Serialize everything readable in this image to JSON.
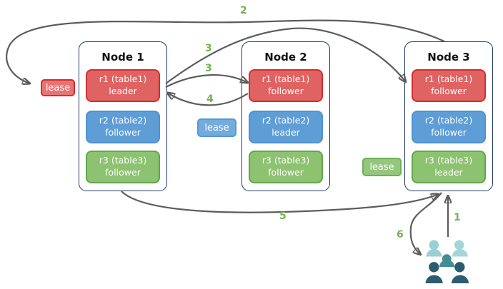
{
  "palette": {
    "arrow": "#5c5c5c",
    "step_number": "#71b356",
    "node_border": "#1f3a63",
    "replica_red_fill": "#e06363",
    "replica_red_border": "#d32f2f",
    "replica_blue_fill": "#5e9dd6",
    "replica_blue_border": "#4f93d2",
    "replica_green_fill": "#8dc270",
    "replica_green_border": "#61a74f",
    "lease_red_fill": "#ea7272",
    "lease_blue_fill": "#74abdc",
    "lease_green_fill": "#94c67e",
    "person_light_left": "#9ad0d3",
    "person_light_right": "#a4d6d8",
    "person_medium": "#418d96",
    "person_dark": "#2d5c6f"
  },
  "nodes": [
    {
      "title": "Node 1",
      "replicas": [
        {
          "label": "r1 (table1)",
          "role": "leader"
        },
        {
          "label": "r2 (table2)",
          "role": "follower"
        },
        {
          "label": "r3 (table3)",
          "role": "follower"
        }
      ]
    },
    {
      "title": "Node 2",
      "replicas": [
        {
          "label": "r1 (table1)",
          "role": "follower"
        },
        {
          "label": "r2 (table2)",
          "role": "leader"
        },
        {
          "label": "r3 (table3)",
          "role": "follower"
        }
      ]
    },
    {
      "title": "Node 3",
      "replicas": [
        {
          "label": "r1 (table1)",
          "role": "follower"
        },
        {
          "label": "r2 (table2)",
          "role": "follower"
        },
        {
          "label": "r3 (table3)",
          "role": "leader"
        }
      ]
    }
  ],
  "leases": {
    "red": "lease",
    "blue": "lease",
    "green": "lease"
  },
  "steps": {
    "s1": "1",
    "s2": "2",
    "s3a": "3",
    "s3b": "3",
    "s4": "4",
    "s5": "5",
    "s6": "6"
  },
  "icons": {
    "users": "users-group"
  }
}
